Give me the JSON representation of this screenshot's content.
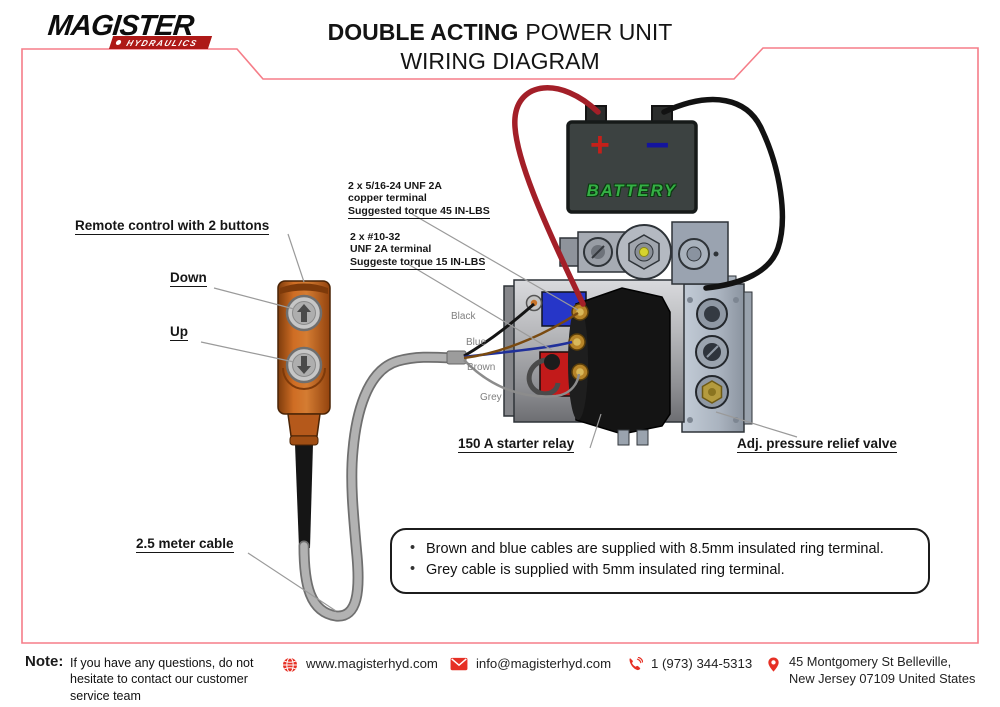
{
  "page": {
    "title_bold": "DOUBLE ACTING",
    "title_regular": "POWER UNIT",
    "title_line2": "WIRING DIAGRAM"
  },
  "logo": {
    "name": "MAGISTER",
    "subtitle": "HYDRAULICS"
  },
  "battery": {
    "plus": "+",
    "minus": "−",
    "label": "BATTERY"
  },
  "callouts": {
    "remote": "Remote control with 2 buttons",
    "down": "Down",
    "up": "Up",
    "cable": "2.5 meter cable",
    "relay": "150 A starter relay",
    "valve": "Adj. pressure relief valve",
    "terminal_note_copper": {
      "line1": "2 x 5/16-24 UNF 2A",
      "line2": "copper terminal",
      "line3": "Suggested torque 45 IN-LBS"
    },
    "terminal_note_small": {
      "line1": "2 x #10-32",
      "line2": "UNF 2A terminal",
      "line3": "Suggeste torque 15 IN-LBS"
    },
    "wire_labels": [
      "Black",
      "Blue",
      "Brown",
      "Grey"
    ]
  },
  "notes_box": {
    "items": [
      "Brown and blue cables are supplied with 8.5mm insulated ring terminal.",
      "Grey cable is supplied with 5mm insulated ring terminal."
    ]
  },
  "footer": {
    "note_label": "Note:",
    "note_lines": [
      "If you have any questions, do not",
      "hesitate to contact our customer",
      "service team"
    ],
    "website": "www.magisterhyd.com",
    "email": "info@magisterhyd.com",
    "phone": "1 (973) 344-5313",
    "address_lines": [
      "45 Montgomery St Belleville,",
      "New Jersey 07109 United States"
    ]
  },
  "colors": {
    "accent_red": "#e63025",
    "border_pink": "#f57d88",
    "logo_red": "#ae1917"
  }
}
